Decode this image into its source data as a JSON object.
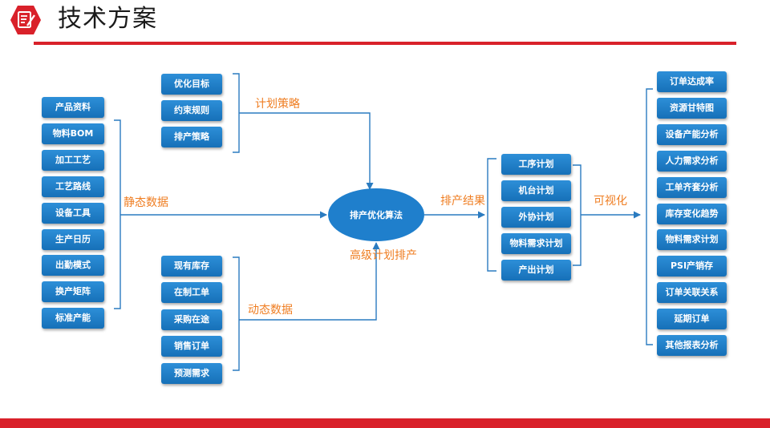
{
  "title": "技术方案",
  "icon": "document-pen-icon",
  "colors": {
    "accent": "#d9212a",
    "box": "#1f7fcc",
    "label": "#ef7d21",
    "line": "#2a7bc0"
  },
  "strategy_items": [
    "优化目标",
    "约束规则",
    "排产策略"
  ],
  "static_items": [
    "产品资料",
    "物料BOM",
    "加工工艺",
    "工艺路线",
    "设备工具",
    "生产日历",
    "出勤模式",
    "换产矩阵",
    "标准产能"
  ],
  "dynamic_items": [
    "现有库存",
    "在制工单",
    "采购在途",
    "销售订单",
    "预测需求"
  ],
  "result_items": [
    "工序计划",
    "机台计划",
    "外协计划",
    "物料需求计划",
    "产出计划"
  ],
  "visual_items": [
    "订单达成率",
    "资源甘特图",
    "设备产能分析",
    "人力需求分析",
    "工单齐套分析",
    "库存变化趋势",
    "物料需求计划",
    "PSI产销存",
    "订单关联关系",
    "延期订单",
    "其他报表分析"
  ],
  "labels": {
    "strategy": "计划策略",
    "static": "静态数据",
    "dynamic": "动态数据",
    "result": "排产结果",
    "visual": "可视化",
    "advanced": "高级计划排产"
  },
  "core": "排产优化算法"
}
